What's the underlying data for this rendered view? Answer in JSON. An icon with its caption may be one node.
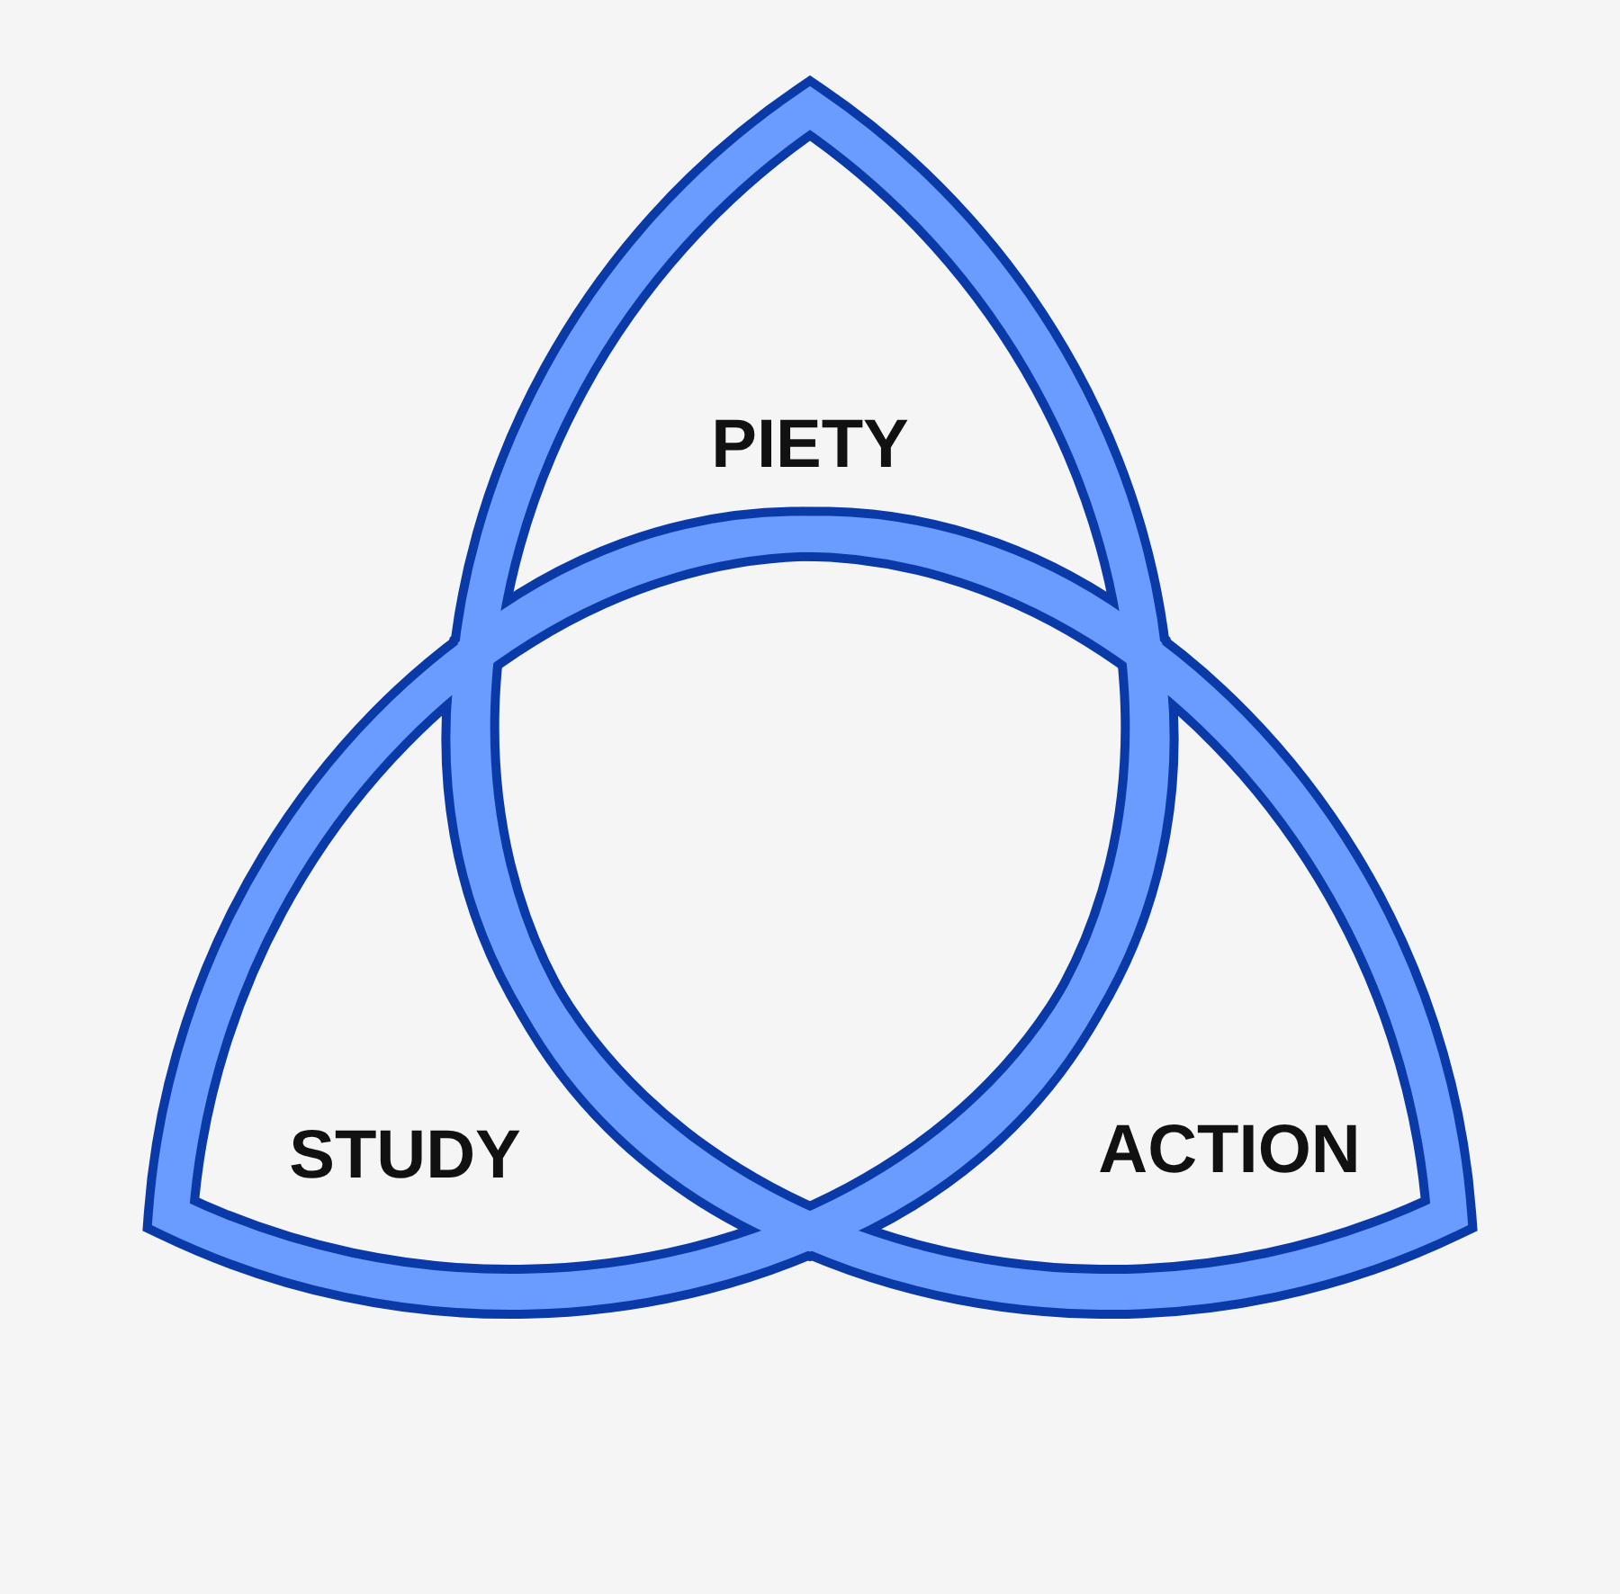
{
  "diagram": {
    "labels": [
      "PIETY",
      "STUDY",
      "ACTION"
    ]
  }
}
